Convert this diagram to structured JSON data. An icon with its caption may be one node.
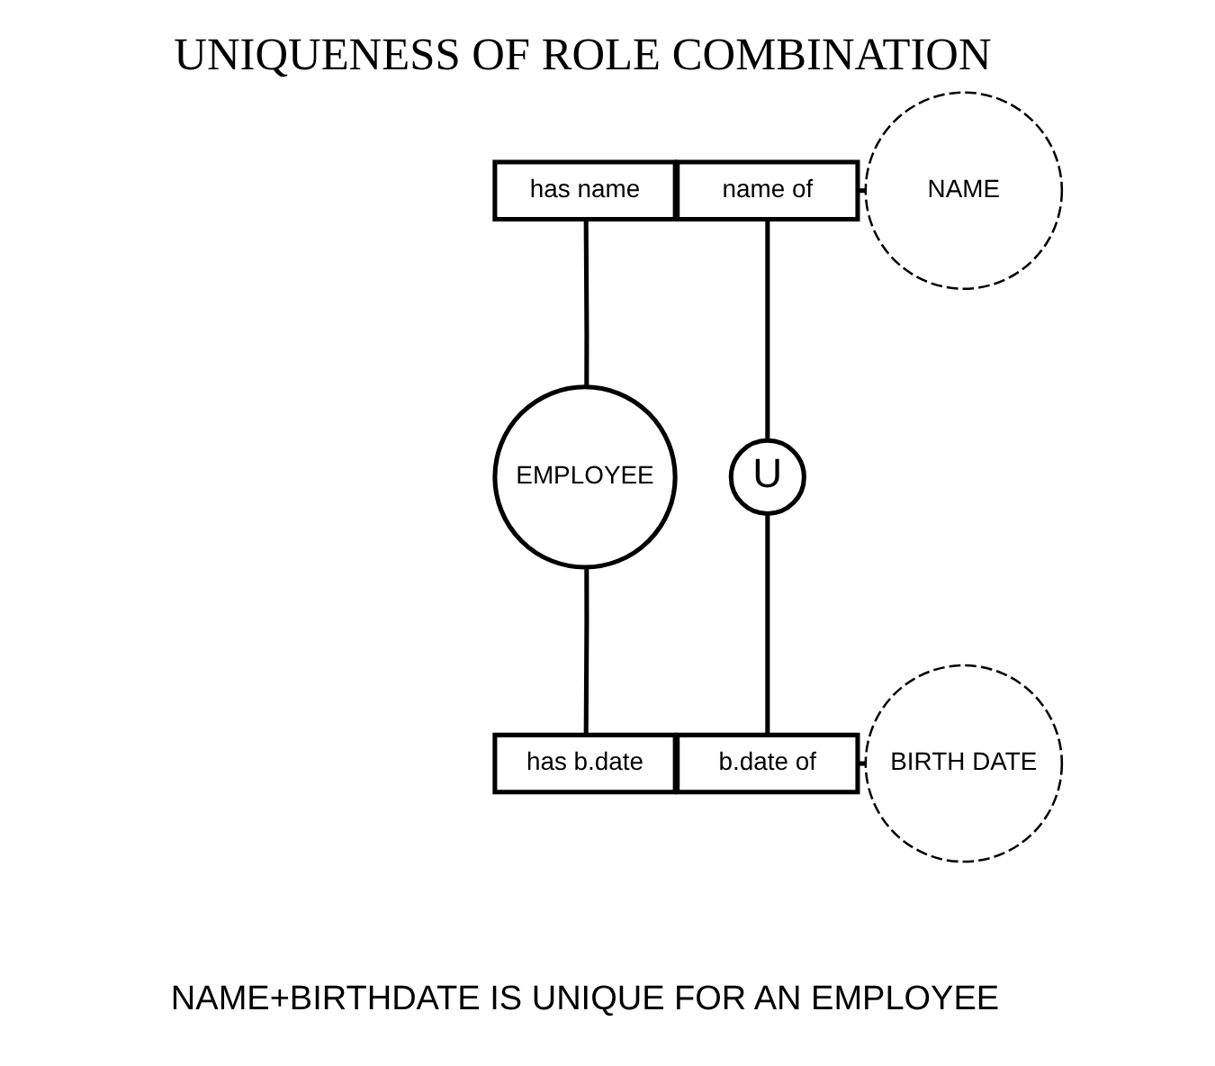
{
  "diagram": {
    "title": "UNIQUENESS OF ROLE COMBINATION",
    "nodes": [
      {
        "text": [
          "EMPLOYEE"
        ]
      },
      {
        "text": [
          "has name"
        ]
      },
      {
        "text": [
          "name of"
        ]
      },
      {
        "text": [
          "NAME"
        ]
      },
      {
        "text": [
          "U"
        ]
      },
      {
        "text": [
          "has b.date"
        ]
      },
      {
        "text": [
          "b.date of"
        ]
      },
      {
        "text": [
          "BIRTH DATE"
        ]
      }
    ],
    "edges": [
      {
        "from": 0,
        "to": 1,
        "arrow": "none"
      },
      {
        "from": 0,
        "to": 5,
        "arrow": "none"
      },
      {
        "from": 2,
        "to": 3,
        "arrow": "none"
      },
      {
        "from": 6,
        "to": 7,
        "arrow": "none"
      },
      {
        "from": 2,
        "to": 4,
        "arrow": "none"
      },
      {
        "from": 4,
        "to": 6,
        "arrow": "none"
      }
    ],
    "labels": [
      "NAME+BIRTHDATE IS UNIQUE FOR AN EMPLOYEE"
    ]
  }
}
